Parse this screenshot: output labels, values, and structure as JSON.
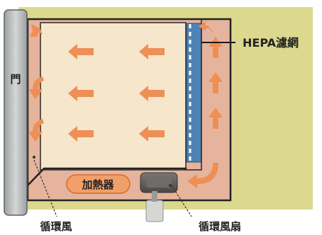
{
  "labels": {
    "door": "門",
    "hepa_filter": "HEPA濾網",
    "heater": "加熱器",
    "circulating_air": "循環風",
    "circulation_fan": "循環風扇"
  },
  "colors": {
    "outer_casing": "#dcd98e",
    "inner_wall": "#e6b49c",
    "chamber": "#f6e6cb",
    "hepa": "#4f83b5",
    "door": "#b9bcbd",
    "arrow": "#ee8f56",
    "fan": "#5f5d59"
  }
}
